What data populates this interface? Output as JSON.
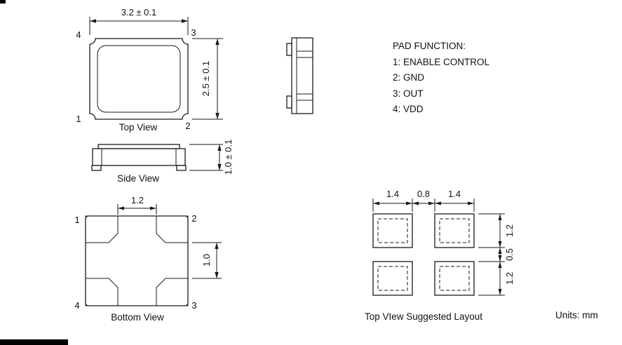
{
  "drawing": {
    "units_label": "Units: mm",
    "pad_function": {
      "title": "PAD FUNCTION:",
      "items": [
        "1: ENABLE CONTROL",
        "2: GND",
        "3: OUT",
        "4: VDD"
      ]
    },
    "top_view": {
      "title": "Top View",
      "dim_width": "3.2 ± 0.1",
      "dim_height": "2.5 ± 0.1",
      "pin_top_left": "4",
      "pin_top_right": "3",
      "pin_bottom_left": "1",
      "pin_bottom_right": "2"
    },
    "side_view": {
      "title": "Side View",
      "dim_height": "1.0 ± 0.1"
    },
    "bottom_view": {
      "title": "Bottom View",
      "dim_pad_gap_horizontal": "1.2",
      "dim_pad_gap_vertical": "1.0",
      "pin_top_left": "1",
      "pin_top_right": "2",
      "pin_bottom_left": "4",
      "pin_bottom_right": "3"
    },
    "suggested_layout": {
      "title": "Top VIew Suggested Layout",
      "dim_top": [
        "1.4",
        "0.8",
        "1.4"
      ],
      "dim_right": [
        "1.2",
        "0.5",
        "1.2"
      ]
    }
  }
}
